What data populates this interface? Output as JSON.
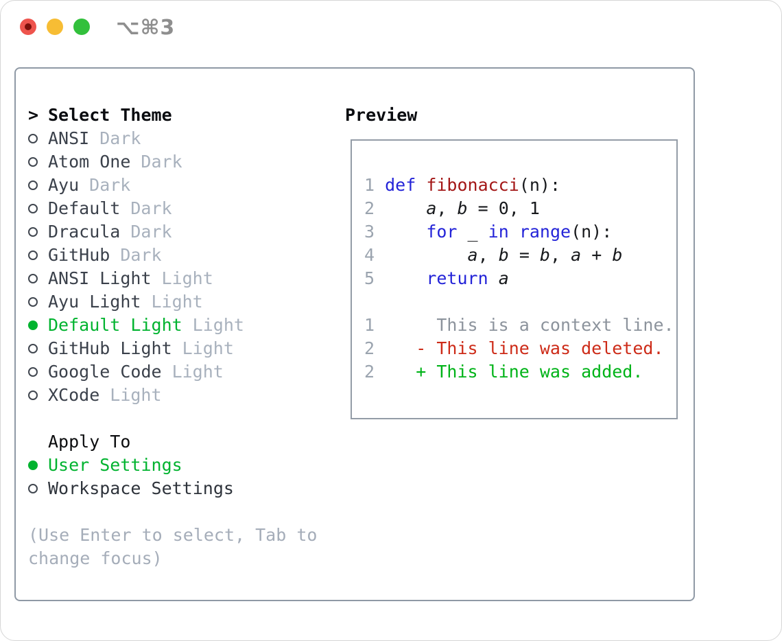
{
  "window": {
    "title": "⌥⌘3",
    "traffic_lights": [
      "close",
      "minimize",
      "zoom"
    ]
  },
  "colors": {
    "selection_green": "#00b32f",
    "added_green": "#00b318",
    "deleted_red": "#cd2b18",
    "keyword_blue": "#2424d8",
    "function_red": "#a31717",
    "muted_gray": "#a8b1bd",
    "panel_border": "#8f99a5"
  },
  "theme_panel": {
    "header_marker": ">",
    "header": "Select Theme",
    "themes": [
      {
        "name": "ANSI",
        "variant": "Dark",
        "selected": false
      },
      {
        "name": "Atom One",
        "variant": "Dark",
        "selected": false
      },
      {
        "name": "Ayu",
        "variant": "Dark",
        "selected": false
      },
      {
        "name": "Default",
        "variant": "Dark",
        "selected": false
      },
      {
        "name": "Dracula",
        "variant": "Dark",
        "selected": false
      },
      {
        "name": "GitHub",
        "variant": "Dark",
        "selected": false
      },
      {
        "name": "ANSI Light",
        "variant": "Light",
        "selected": false
      },
      {
        "name": "Ayu Light",
        "variant": "Light",
        "selected": false
      },
      {
        "name": "Default Light",
        "variant": "Light",
        "selected": true
      },
      {
        "name": "GitHub Light",
        "variant": "Light",
        "selected": false
      },
      {
        "name": "Google Code",
        "variant": "Light",
        "selected": false
      },
      {
        "name": "XCode",
        "variant": "Light",
        "selected": false
      }
    ],
    "apply_header": "Apply To",
    "apply_options": [
      {
        "name": "User Settings",
        "selected": true
      },
      {
        "name": "Workspace Settings",
        "selected": false
      }
    ],
    "hint_line1": "(Use Enter to select, Tab to",
    "hint_line2": "change focus)"
  },
  "preview": {
    "header": "Preview",
    "lines": [
      [
        {
          "c": "ln",
          "t": "1 "
        },
        {
          "c": "kw",
          "t": "def"
        },
        {
          "c": "pl",
          "t": " "
        },
        {
          "c": "fn",
          "t": "fibonacci"
        },
        {
          "c": "pl",
          "t": "(n):"
        }
      ],
      [
        {
          "c": "ln",
          "t": "2 "
        },
        {
          "c": "pl",
          "t": "    "
        },
        {
          "c": "var",
          "t": "a"
        },
        {
          "c": "pl",
          "t": ", "
        },
        {
          "c": "var",
          "t": "b"
        },
        {
          "c": "pl",
          "t": " = 0, 1"
        }
      ],
      [
        {
          "c": "ln",
          "t": "3 "
        },
        {
          "c": "pl",
          "t": "    "
        },
        {
          "c": "kw",
          "t": "for"
        },
        {
          "c": "pl",
          "t": " _ "
        },
        {
          "c": "kw",
          "t": "in"
        },
        {
          "c": "pl",
          "t": " "
        },
        {
          "c": "kw",
          "t": "range"
        },
        {
          "c": "pl",
          "t": "(n):"
        }
      ],
      [
        {
          "c": "ln",
          "t": "4 "
        },
        {
          "c": "pl",
          "t": "        "
        },
        {
          "c": "var",
          "t": "a"
        },
        {
          "c": "pl",
          "t": ", "
        },
        {
          "c": "var",
          "t": "b"
        },
        {
          "c": "pl",
          "t": " = "
        },
        {
          "c": "var",
          "t": "b"
        },
        {
          "c": "pl",
          "t": ", "
        },
        {
          "c": "var",
          "t": "a"
        },
        {
          "c": "pl",
          "t": " + "
        },
        {
          "c": "var",
          "t": "b"
        }
      ],
      [
        {
          "c": "ln",
          "t": "5 "
        },
        {
          "c": "pl",
          "t": "    "
        },
        {
          "c": "kw",
          "t": "return"
        },
        {
          "c": "pl",
          "t": " "
        },
        {
          "c": "var",
          "t": "a"
        }
      ],
      [],
      [
        {
          "c": "ln",
          "t": "1"
        },
        {
          "c": "ctx",
          "t": "      This is a context line."
        }
      ],
      [
        {
          "c": "ln",
          "t": "2"
        },
        {
          "c": "del",
          "t": "    - This line was deleted."
        }
      ],
      [
        {
          "c": "ln",
          "t": "2"
        },
        {
          "c": "add",
          "t": "    + This line was added."
        }
      ]
    ]
  }
}
